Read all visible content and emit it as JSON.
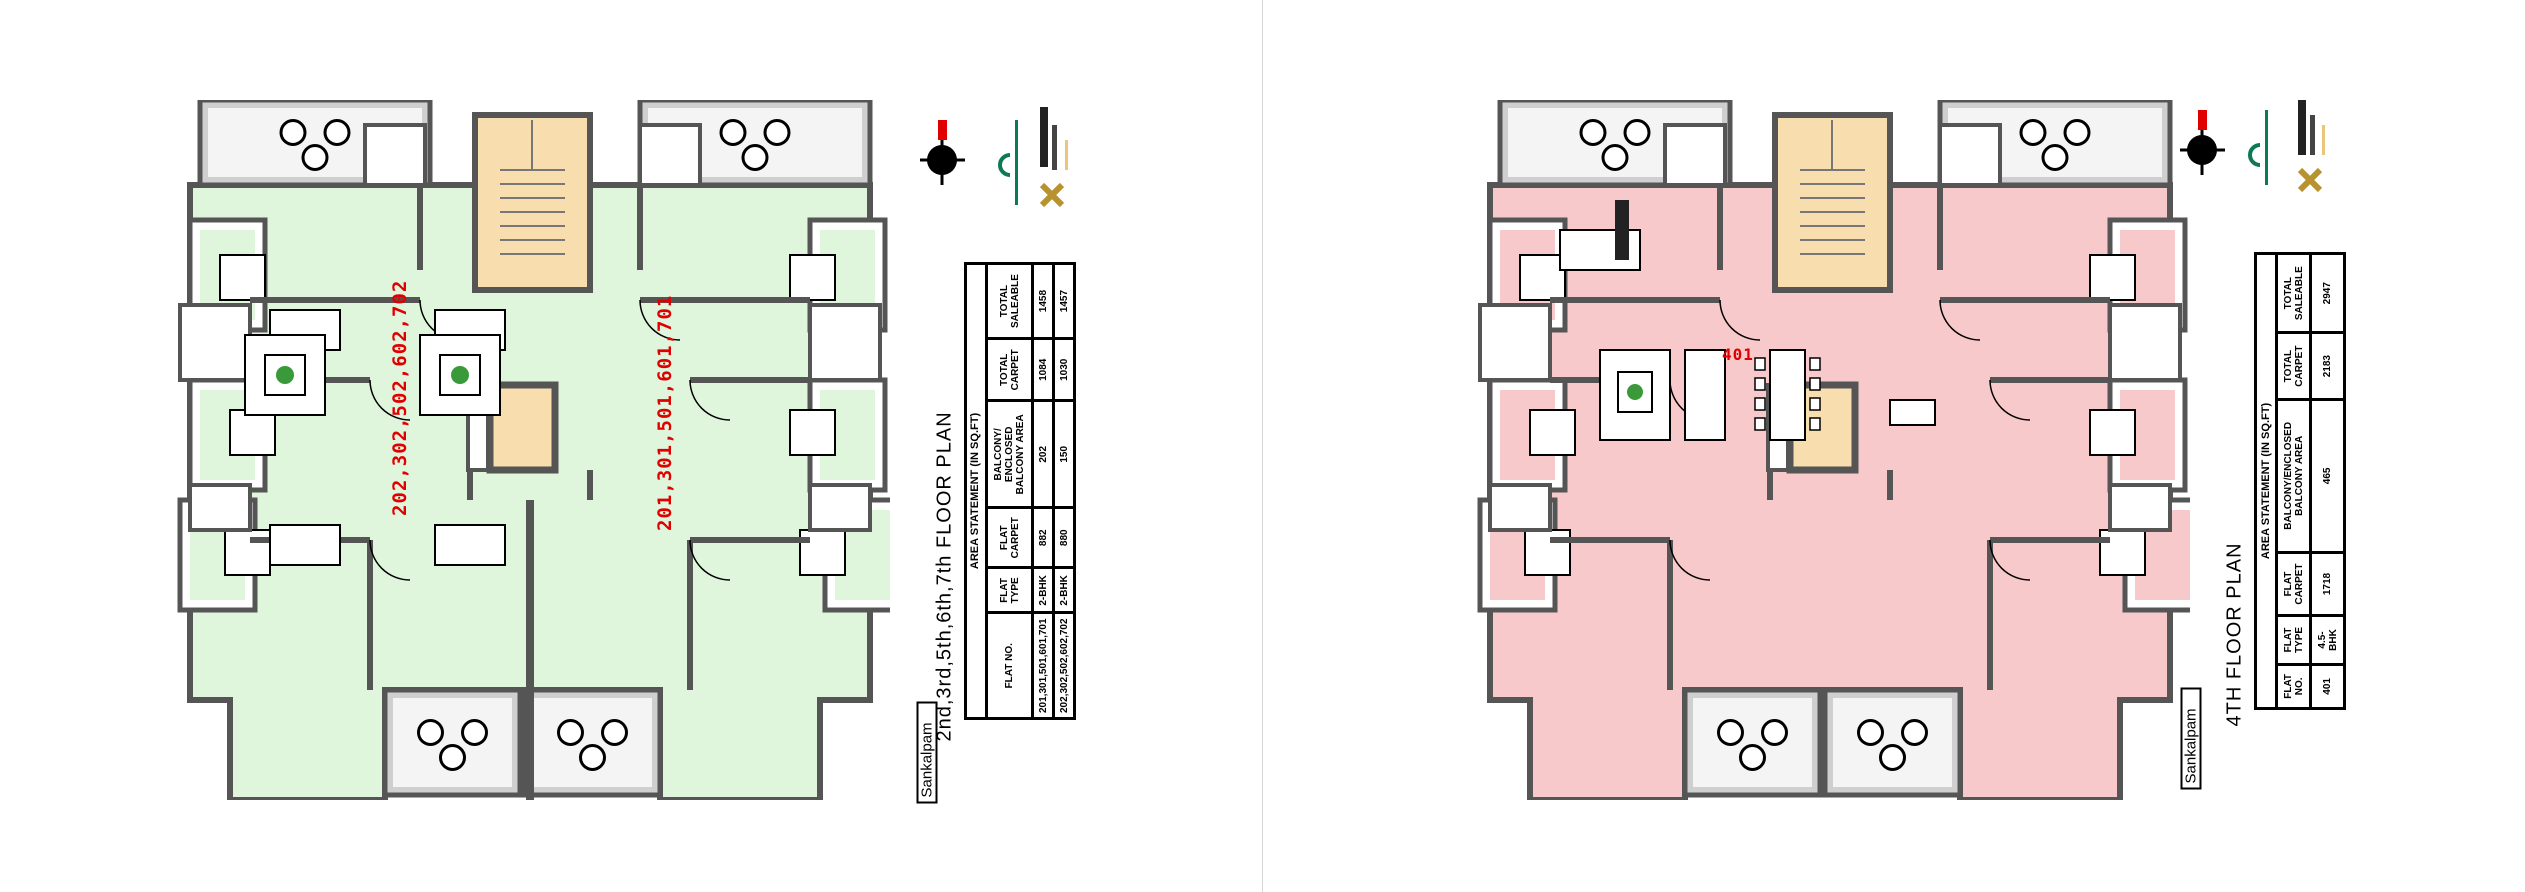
{
  "colors": {
    "left_plan_fill": "#dff5dc",
    "right_plan_fill": "#f8c9cb",
    "stair_fill": "#f8ddae",
    "wall": "#555555",
    "balcony": "#cfcfcf",
    "unit_label": "#e00000",
    "brand_green": "#0b7a55",
    "brand_gold": "#b8922e"
  },
  "left_sheet": {
    "unit_label_left": "202,302,502,602,702",
    "unit_label_right": "201,301,501,601,701",
    "title": "2nd,3rd,5th,6th,7th FLOOR PLAN",
    "brand": "Sankalpam",
    "area_statement": {
      "caption": "AREA STATEMENT (IN SQ.FT)",
      "headers": [
        "FLAT NO.",
        "FLAT TYPE",
        "FLAT CARPET",
        "BALCONY/ ENCLOSED BALCONY AREA",
        "TOTAL CARPET",
        "TOTAL SALEABLE"
      ],
      "rows": [
        [
          "201,301,501,601,701",
          "2-BHK",
          "882",
          "202",
          "1084",
          "1458"
        ],
        [
          "202,302,502,602,702",
          "2-BHK",
          "880",
          "150",
          "1030",
          "1457"
        ]
      ]
    }
  },
  "right_sheet": {
    "unit_label": "401",
    "title": "4TH FLOOR PLAN",
    "brand": "Sankalpam",
    "area_statement": {
      "caption": "AREA STATEMENT (IN SQ.FT)",
      "headers": [
        "FLAT NO.",
        "FLAT TYPE",
        "FLAT CARPET",
        "BALCONY/ENCLOSED BALCONY AREA",
        "TOTAL CARPET",
        "TOTAL SALEABLE"
      ],
      "rows": [
        [
          "401",
          "4.5-BHK",
          "1718",
          "465",
          "2183",
          "2947"
        ]
      ]
    }
  }
}
